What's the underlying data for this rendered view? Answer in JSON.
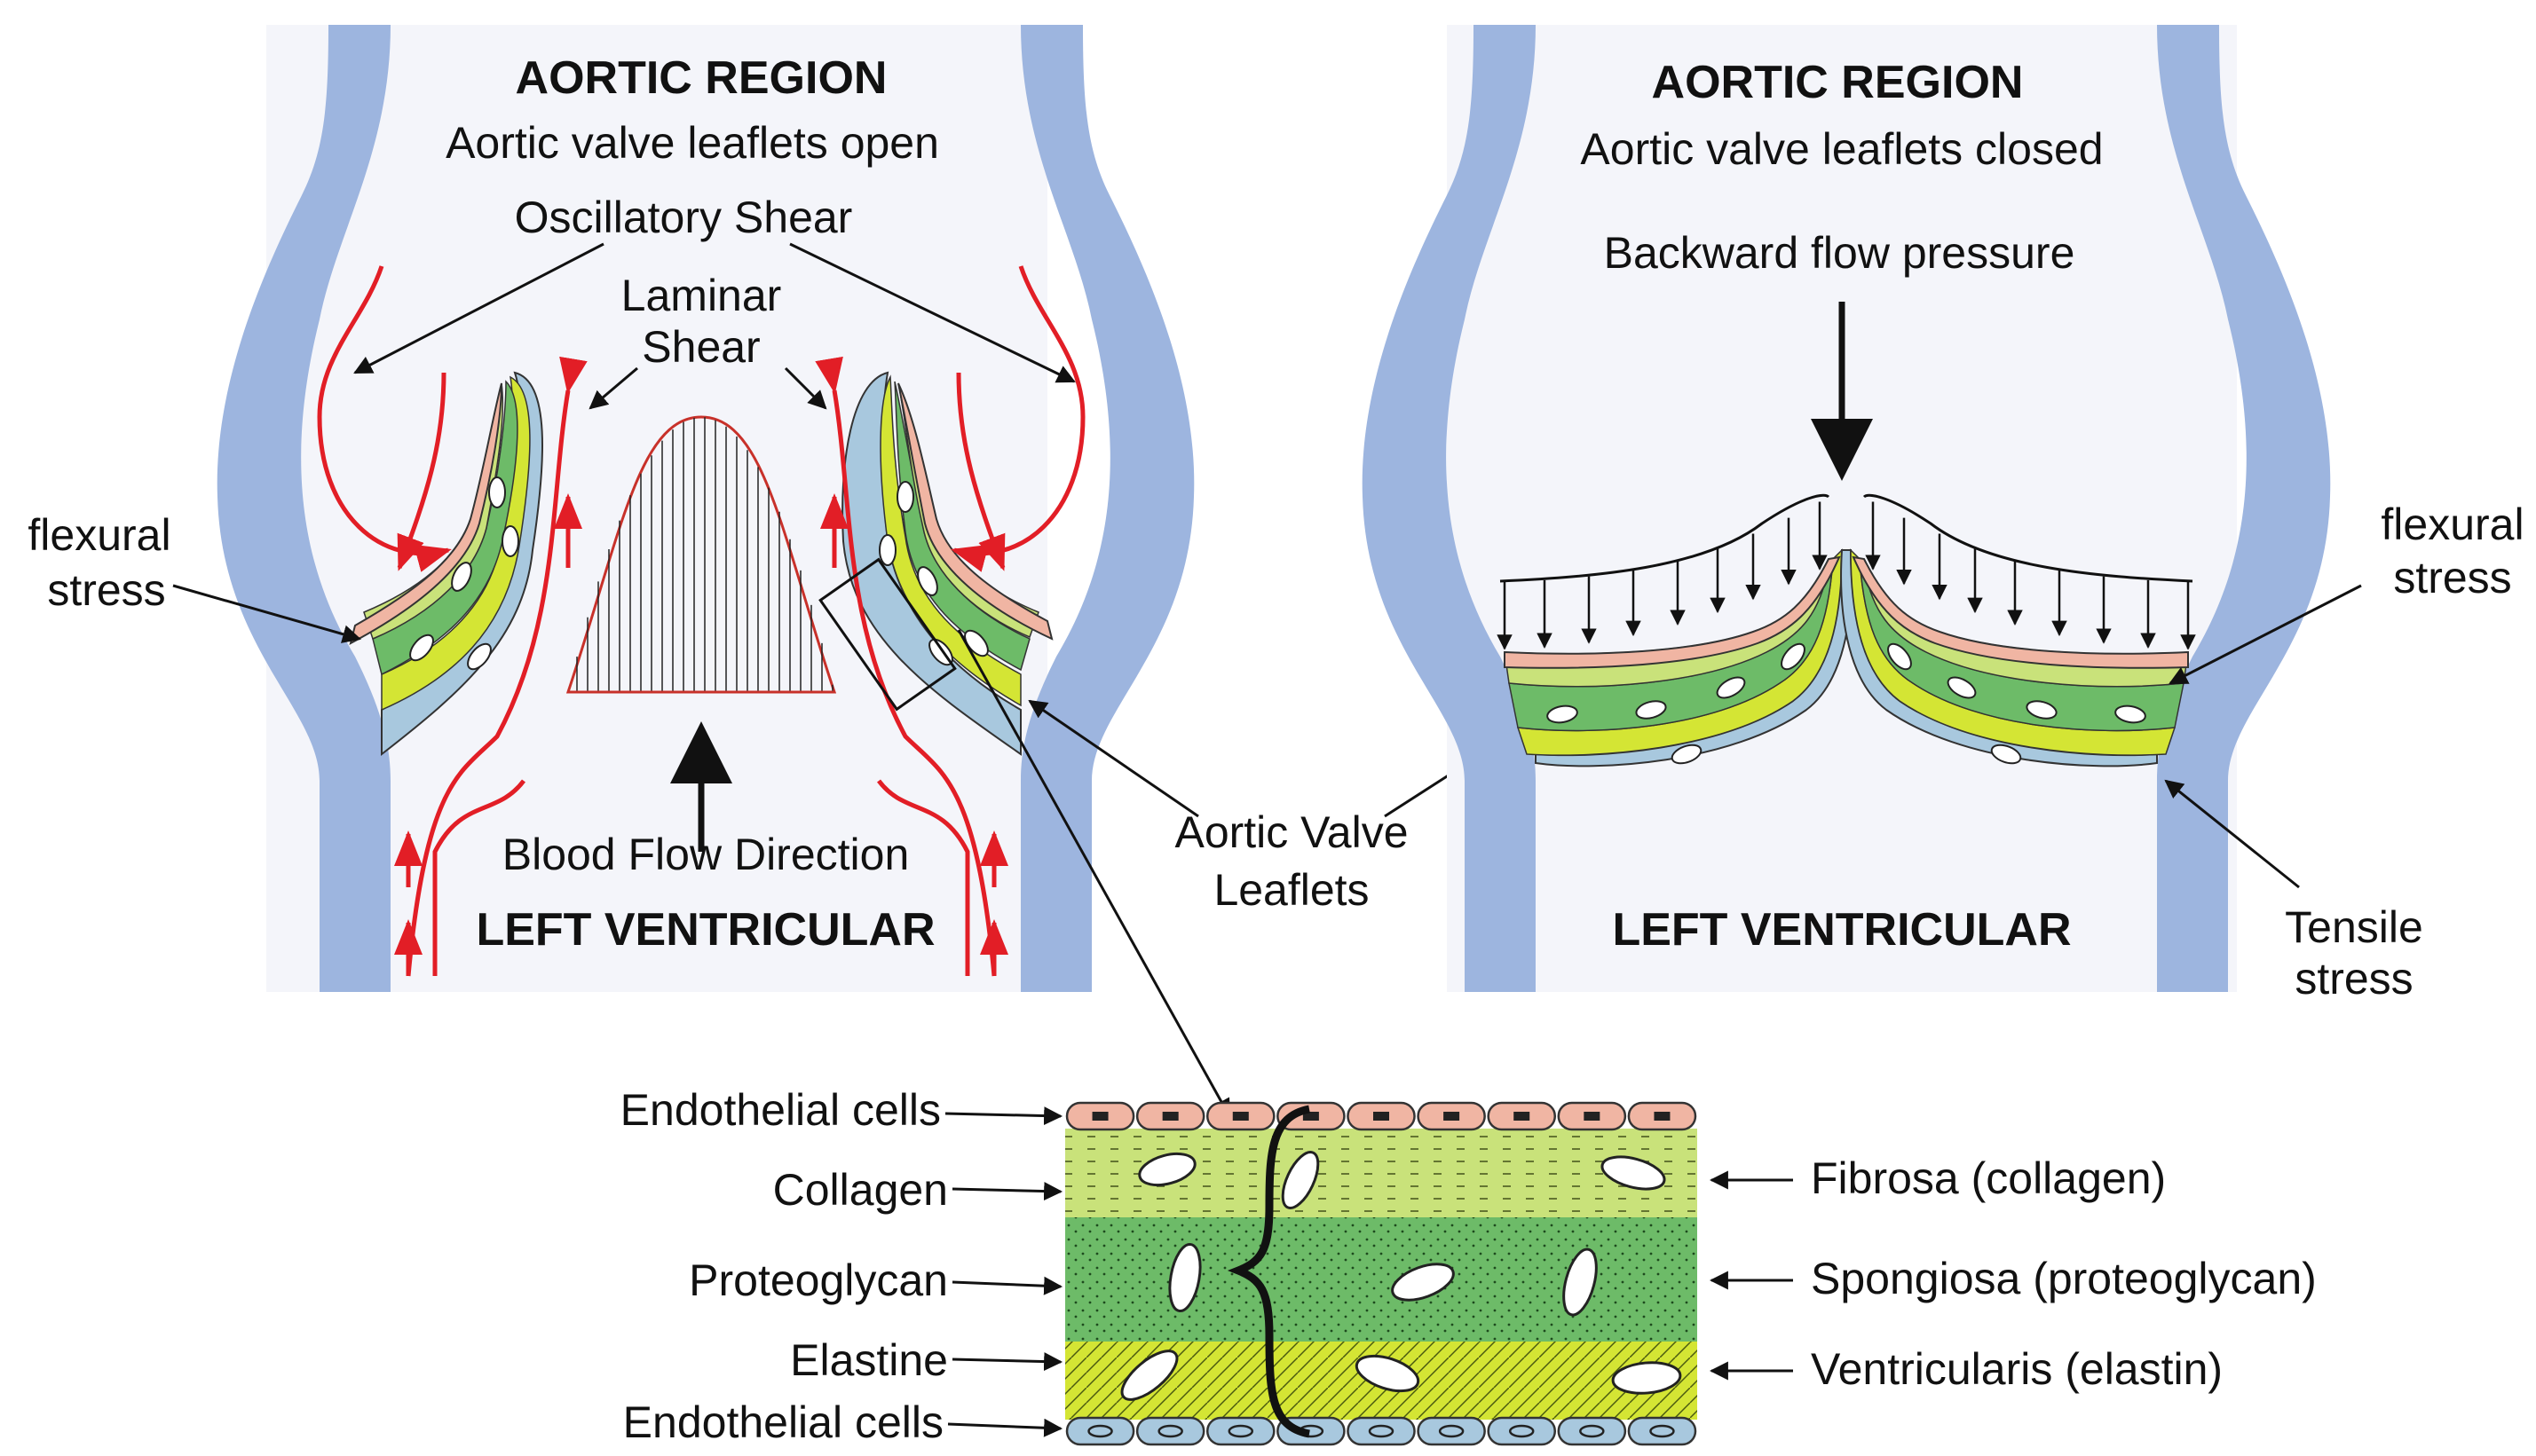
{
  "colors": {
    "vessel_wall": "#9db5df",
    "lumen": "#f4f5fa",
    "flow_arrows": "#e21e26",
    "endothelial_top": "#f0b5a3",
    "endothelial_bottom": "#a8c8de",
    "fibrosa": "#c9e27a",
    "spongiosa": "#6dbb68",
    "ventricularis": "#d4e534",
    "velocity_profile": "#c8312a"
  },
  "left_panel": {
    "title": "AORTIC  REGION",
    "subtitle": "Aortic valve leaflets open",
    "oscillatory": "Oscillatory Shear",
    "laminar_1": "Laminar",
    "laminar_2": "Shear",
    "flexural_1": "flexural",
    "flexural_2": "stress",
    "blood_flow": "Blood Flow Direction",
    "bottom": "LEFT VENTRICULAR"
  },
  "middle": {
    "leaflets_1": "Aortic Valve",
    "leaflets_2": "Leaflets"
  },
  "right_panel": {
    "title": "AORTIC  REGION",
    "subtitle": "Aortic valve leaflets closed",
    "backward": "Backward flow pressure",
    "flexural_1": "flexural",
    "flexural_2": "stress",
    "tensile_1": "Tensile",
    "tensile_2": "stress",
    "bottom": "LEFT VENTRICULAR"
  },
  "layers": {
    "left_labels": [
      "Endothelial cells",
      "Collagen",
      "Proteoglycan",
      "Elastine",
      "Endothelial cells"
    ],
    "right_labels": [
      "Fibrosa (collagen)",
      "Spongiosa (proteoglycan)",
      "Ventricularis (elastin)"
    ]
  }
}
